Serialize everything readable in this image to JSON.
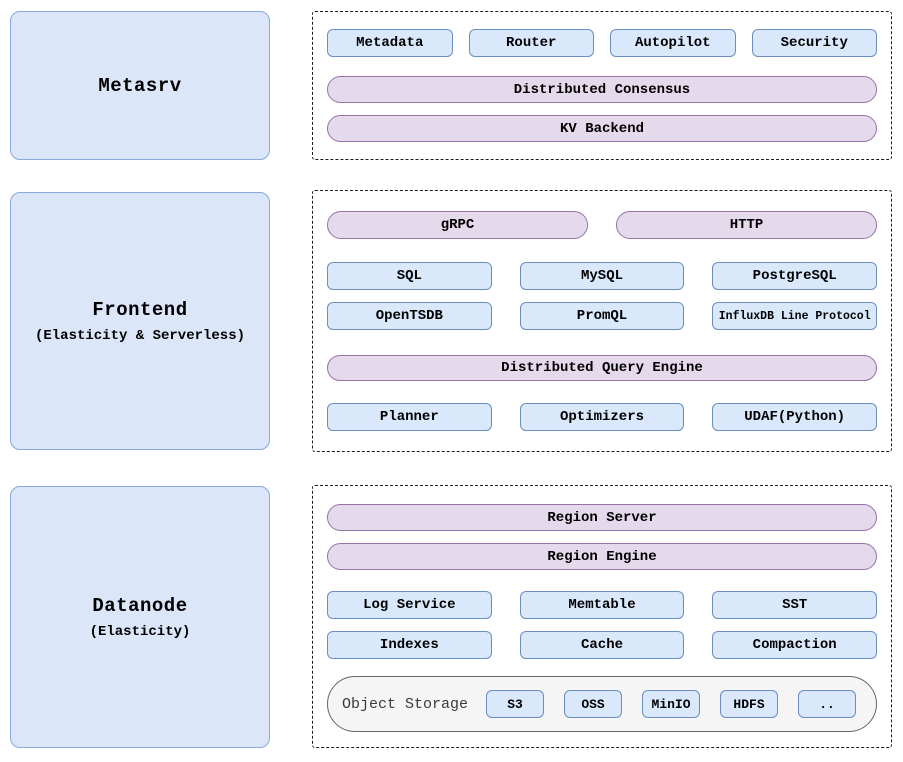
{
  "colors": {
    "panel_blue_fill": "#dbe7f9",
    "panel_blue_border": "#88a7da",
    "box_blue_fill": "#dae8fc",
    "box_blue_border": "#6c8ebf",
    "pill_purple_fill": "#e5d9ec",
    "pill_purple_border": "#9673a6",
    "storage_gray_fill": "#f5f5f5",
    "storage_gray_border": "#666666",
    "dashed_border": "#1c1c1c"
  },
  "metasrv": {
    "title": "Metasrv",
    "services": [
      "Metadata",
      "Router",
      "Autopilot",
      "Security"
    ],
    "consensus": "Distributed Consensus",
    "kv_backend": "KV Backend"
  },
  "frontend": {
    "title": "Frontend",
    "subtitle": "(Elasticity & Serverless)",
    "entry_protocols": [
      "gRPC",
      "HTTP"
    ],
    "query_protocols_row1": [
      "SQL",
      "MySQL",
      "PostgreSQL"
    ],
    "query_protocols_row2": [
      "OpenTSDB",
      "PromQL",
      "InfluxDB Line Protocol"
    ],
    "engine": "Distributed Query Engine",
    "engine_components": [
      "Planner",
      "Optimizers",
      "UDAF(Python)"
    ]
  },
  "datanode": {
    "title": "Datanode",
    "subtitle": "(Elasticity)",
    "region_server": "Region Server",
    "region_engine": "Region Engine",
    "storage_components_row1": [
      "Log Service",
      "Memtable",
      "SST"
    ],
    "storage_components_row2": [
      "Indexes",
      "Cache",
      "Compaction"
    ],
    "object_storage": {
      "label": "Object Storage",
      "providers": [
        "S3",
        "OSS",
        "MinIO",
        "HDFS",
        ".."
      ]
    }
  }
}
